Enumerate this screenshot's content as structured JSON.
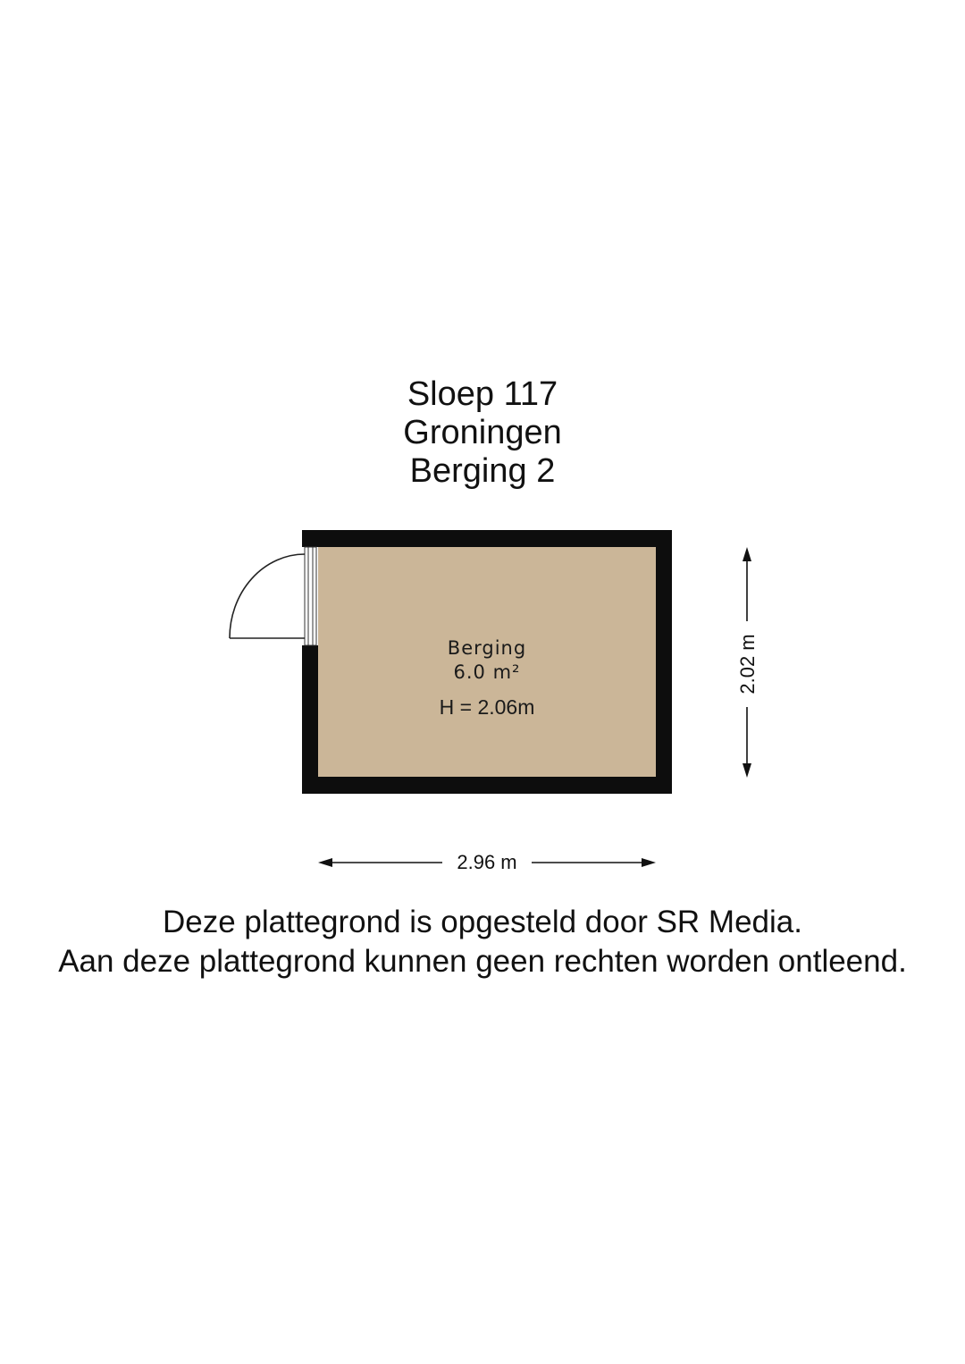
{
  "title": {
    "line1": "Sloep 117",
    "line2": "Groningen",
    "line3": "Berging 2"
  },
  "room": {
    "name": "Berging",
    "area": "6.0 m²",
    "height": "H = 2.06m"
  },
  "dimensions": {
    "width": "2.96 m",
    "depth": "2.02 m"
  },
  "disclaimer": {
    "line1": "Deze plattegrond is opgesteld door SR Media.",
    "line2": "Aan deze plattegrond kunnen geen rechten worden ontleend."
  },
  "colors": {
    "floor": "#cbb698",
    "wall": "#0d0d0d",
    "text": "#111111"
  }
}
